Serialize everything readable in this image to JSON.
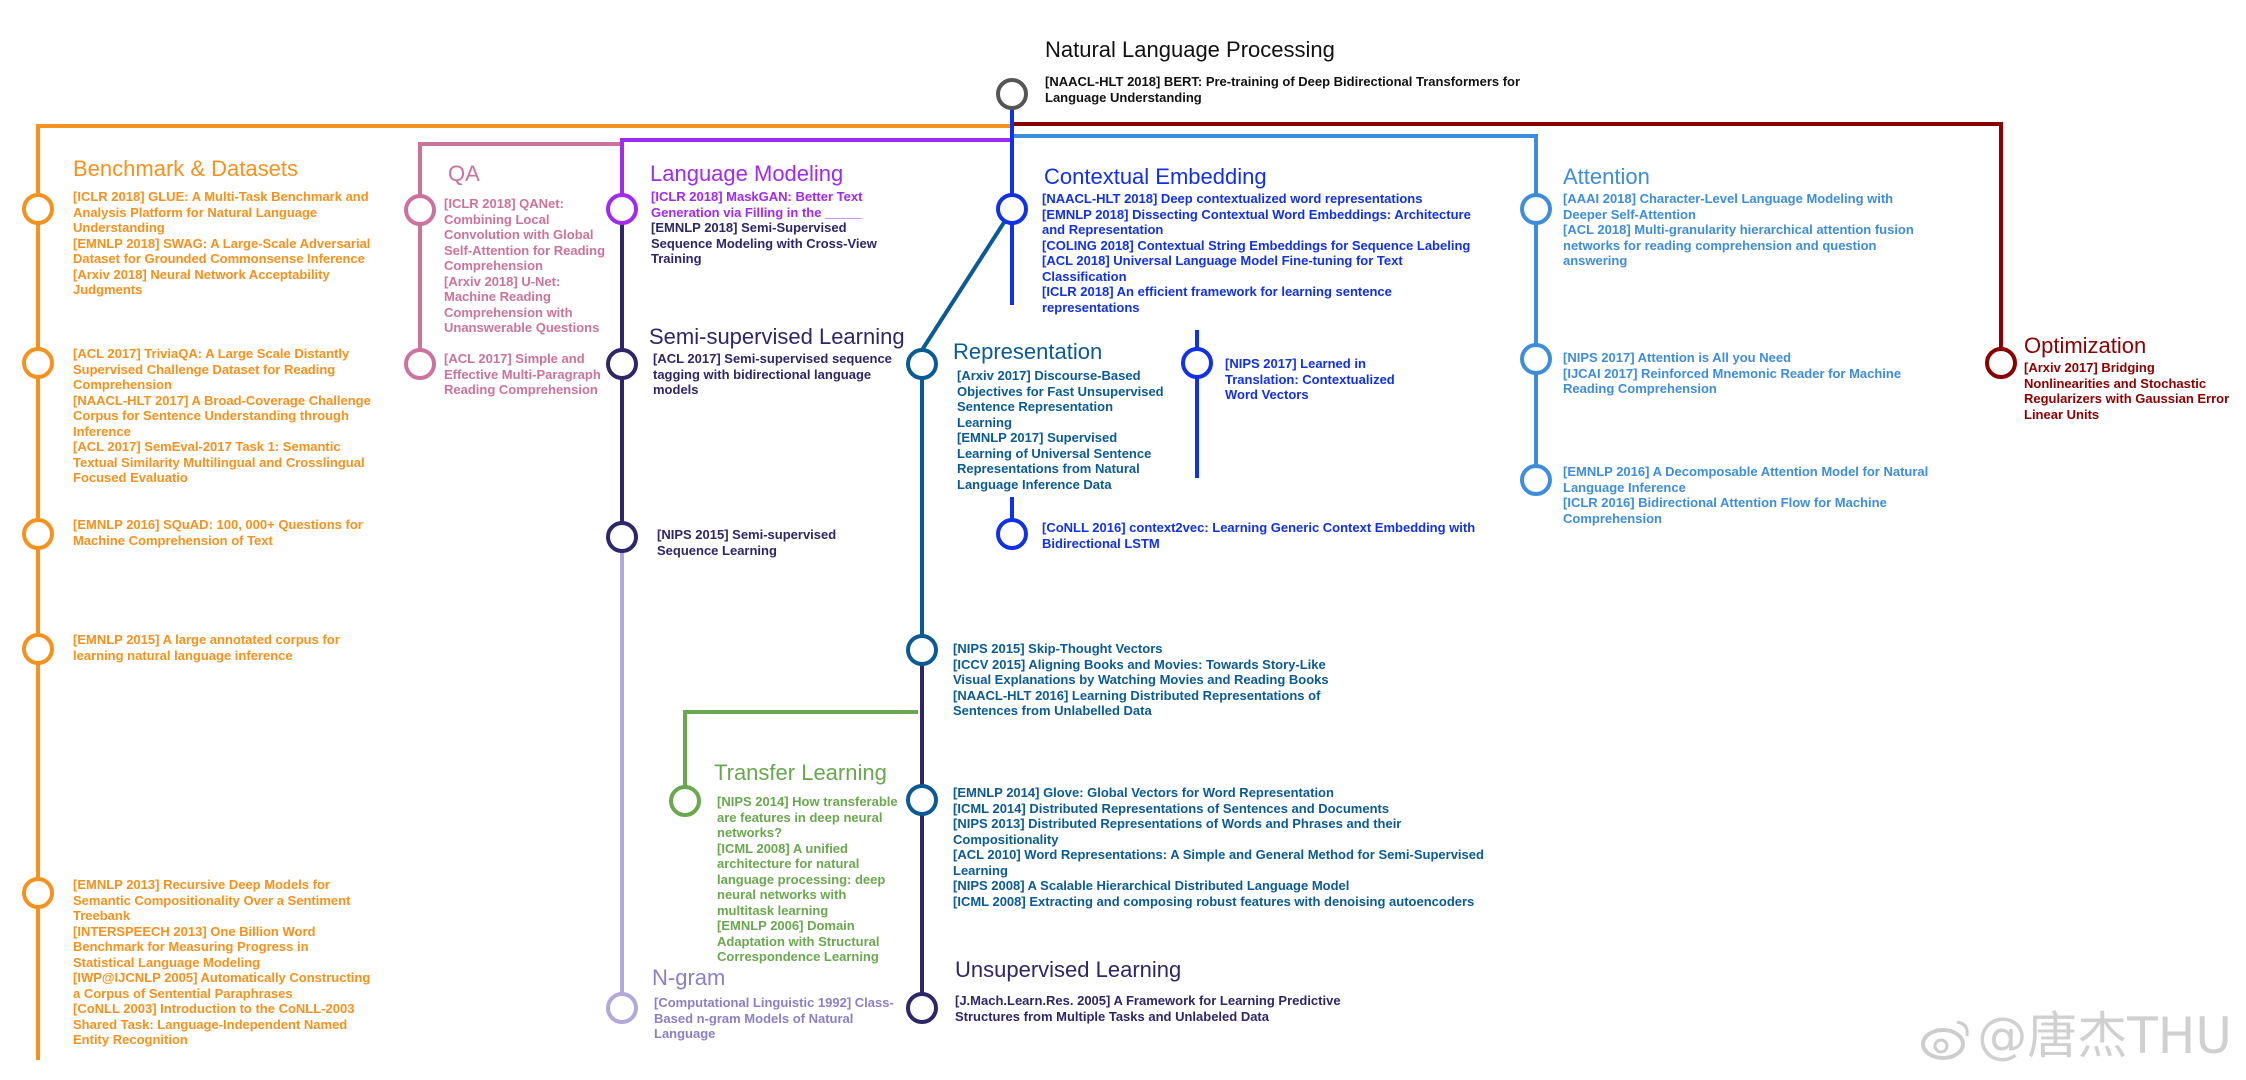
{
  "colors": {
    "orange": "#f5921e",
    "pink": "#cc739d",
    "purple": "#a02af0",
    "navy": "#2e2669",
    "lavender": "#b3a8dc",
    "blue_bright": "#1031e8",
    "blue_dark": "#0a5a96",
    "blue_light": "#3e8ddc",
    "green": "#6aa84f",
    "darkred": "#8b0000",
    "grey": "#555555"
  },
  "root": {
    "title": "Natural Language Processing",
    "refs": [
      "[NAACL-HLT 2018] BERT: Pre-training of Deep Bidirectional Transformers for Language Understanding"
    ]
  },
  "benchmark": {
    "title": "Benchmark & Datasets",
    "groups": [
      [
        "[ICLR 2018] GLUE: A Multi-Task Benchmark and Analysis Platform for Natural Language Understanding",
        "[EMNLP 2018] SWAG: A Large-Scale Adversarial Dataset for Grounded Commonsense Inference",
        "[Arxiv 2018] Neural Network Acceptability Judgments"
      ],
      [
        "[ACL 2017] TriviaQA: A Large Scale Distantly Supervised Challenge Dataset for Reading Comprehension",
        "[NAACL-HLT 2017] A Broad-Coverage Challenge Corpus for Sentence Understanding through Inference",
        "[ACL 2017] SemEval-2017 Task 1: Semantic Textual Similarity Multilingual and Crosslingual Focused Evaluatio"
      ],
      [
        "[EMNLP 2016] SQuAD: 100, 000+ Questions for Machine Comprehension of Text"
      ],
      [
        "[EMNLP 2015] A large annotated corpus for learning natural language inference"
      ],
      [
        "[EMNLP 2013] Recursive Deep Models for Semantic Compositionality Over a Sentiment Treebank",
        "[INTERSPEECH 2013] One Billion Word Benchmark for Measuring Progress in Statistical Language Modeling",
        "[IWP@IJCNLP 2005] Automatically Constructing a Corpus of Sentential Paraphrases",
        "[CoNLL 2003] Introduction to the CoNLL-2003 Shared Task: Language-Independent Named Entity Recognition"
      ]
    ]
  },
  "qa": {
    "title": "QA",
    "groups": [
      [
        "[ICLR 2018] QANet: Combining Local Convolution with Global Self-Attention for Reading Comprehension",
        "[Arxiv 2018] U-Net: Machine Reading Comprehension with Unanswerable Questions"
      ],
      [
        "[ACL 2017] Simple and Effective Multi-Paragraph Reading Comprehension"
      ]
    ]
  },
  "language_modeling": {
    "title": "Language Modeling",
    "refs": [
      "[ICLR 2018] MaskGAN: Better Text Generation via Filling in the _____",
      "[EMNLP 2018] Semi-Supervised Sequence Modeling with Cross-View Training"
    ]
  },
  "semi_supervised": {
    "title": "Semi-supervised Learning",
    "refs": [
      "[ACL 2017] Semi-supervised sequence tagging with bidirectional language models"
    ],
    "refs2": [
      "[NIPS 2015] Semi-supervised Sequence Learning"
    ]
  },
  "ngram": {
    "title": "N-gram",
    "refs": [
      "[Computational Linguistic 1992] Class-Based n-gram Models of Natural Language"
    ]
  },
  "contextual": {
    "title": "Contextual Embedding",
    "refs": [
      "[NAACL-HLT 2018] Deep contextualized word representations",
      "[EMNLP 2018] Dissecting Contextual Word Embeddings: Architecture and Representation",
      "[COLING 2018] Contextual String Embeddings for Sequence Labeling",
      "[ACL 2018] Universal Language Model Fine-tuning for Text Classification",
      "[ICLR 2018] An efficient framework for learning sentence representations"
    ],
    "cove": [
      "[NIPS 2017] Learned in Translation: Contextualized Word Vectors"
    ],
    "context2vec": [
      "[CoNLL 2016] context2vec: Learning Generic Context Embedding with Bidirectional LSTM"
    ]
  },
  "representation": {
    "title": "Representation",
    "refs": [
      "[Arxiv 2017] Discourse-Based Objectives for Fast Unsupervised Sentence Representation Learning",
      "[EMNLP 2017] Supervised Learning of Universal Sentence Representations from Natural Language Inference Data"
    ],
    "refs2": [
      "[NIPS 2015] Skip-Thought Vectors",
      "[ICCV 2015] Aligning Books and Movies: Towards Story-Like Visual Explanations by Watching Movies and Reading Books",
      "[NAACL-HLT 2016] Learning Distributed Representations of Sentences from Unlabelled Data"
    ],
    "refs3": [
      "[EMNLP 2014] Glove: Global Vectors for Word Representation",
      "[ICML 2014] Distributed Representations of Sentences and Documents",
      "[NIPS 2013] Distributed Representations of Words and Phrases and their Compositionality",
      "[ACL 2010] Word Representations: A Simple and General Method for Semi-Supervised Learning",
      "[NIPS 2008] A Scalable Hierarchical Distributed Language Model",
      "[ICML 2008] Extracting and composing robust features with denoising autoencoders"
    ]
  },
  "transfer": {
    "title": "Transfer Learning",
    "refs": [
      "[NIPS 2014] How transferable are features in deep neural networks?",
      "[ICML 2008] A unified architecture for natural language processing: deep neural networks with multitask learning",
      "[EMNLP 2006] Domain Adaptation with Structural Correspondence Learning"
    ]
  },
  "unsupervised": {
    "title": "Unsupervised Learning",
    "refs": [
      "[J.Mach.Learn.Res. 2005] A Framework for Learning Predictive Structures from Multiple Tasks and Unlabeled Data"
    ]
  },
  "attention": {
    "title": "Attention",
    "groups": [
      [
        "[AAAI 2018] Character-Level Language Modeling with Deeper Self-Attention",
        "[ACL 2018] Multi-granularity hierarchical attention fusion networks for reading comprehension and question answering"
      ],
      [
        "[NIPS 2017] Attention is All you Need",
        "[IJCAI 2017] Reinforced Mnemonic Reader for Machine Reading Comprehension"
      ],
      [
        "[EMNLP 2016] A Decomposable Attention Model for Natural Language Inference",
        "[ICLR 2016] Bidirectional Attention Flow for Machine Comprehension"
      ]
    ]
  },
  "optimization": {
    "title": "Optimization",
    "refs": [
      "[Arxiv 2017] Bridging Nonlinearities and Stochastic Regularizers with Gaussian Error Linear Units"
    ]
  },
  "watermark": "@唐杰THU"
}
